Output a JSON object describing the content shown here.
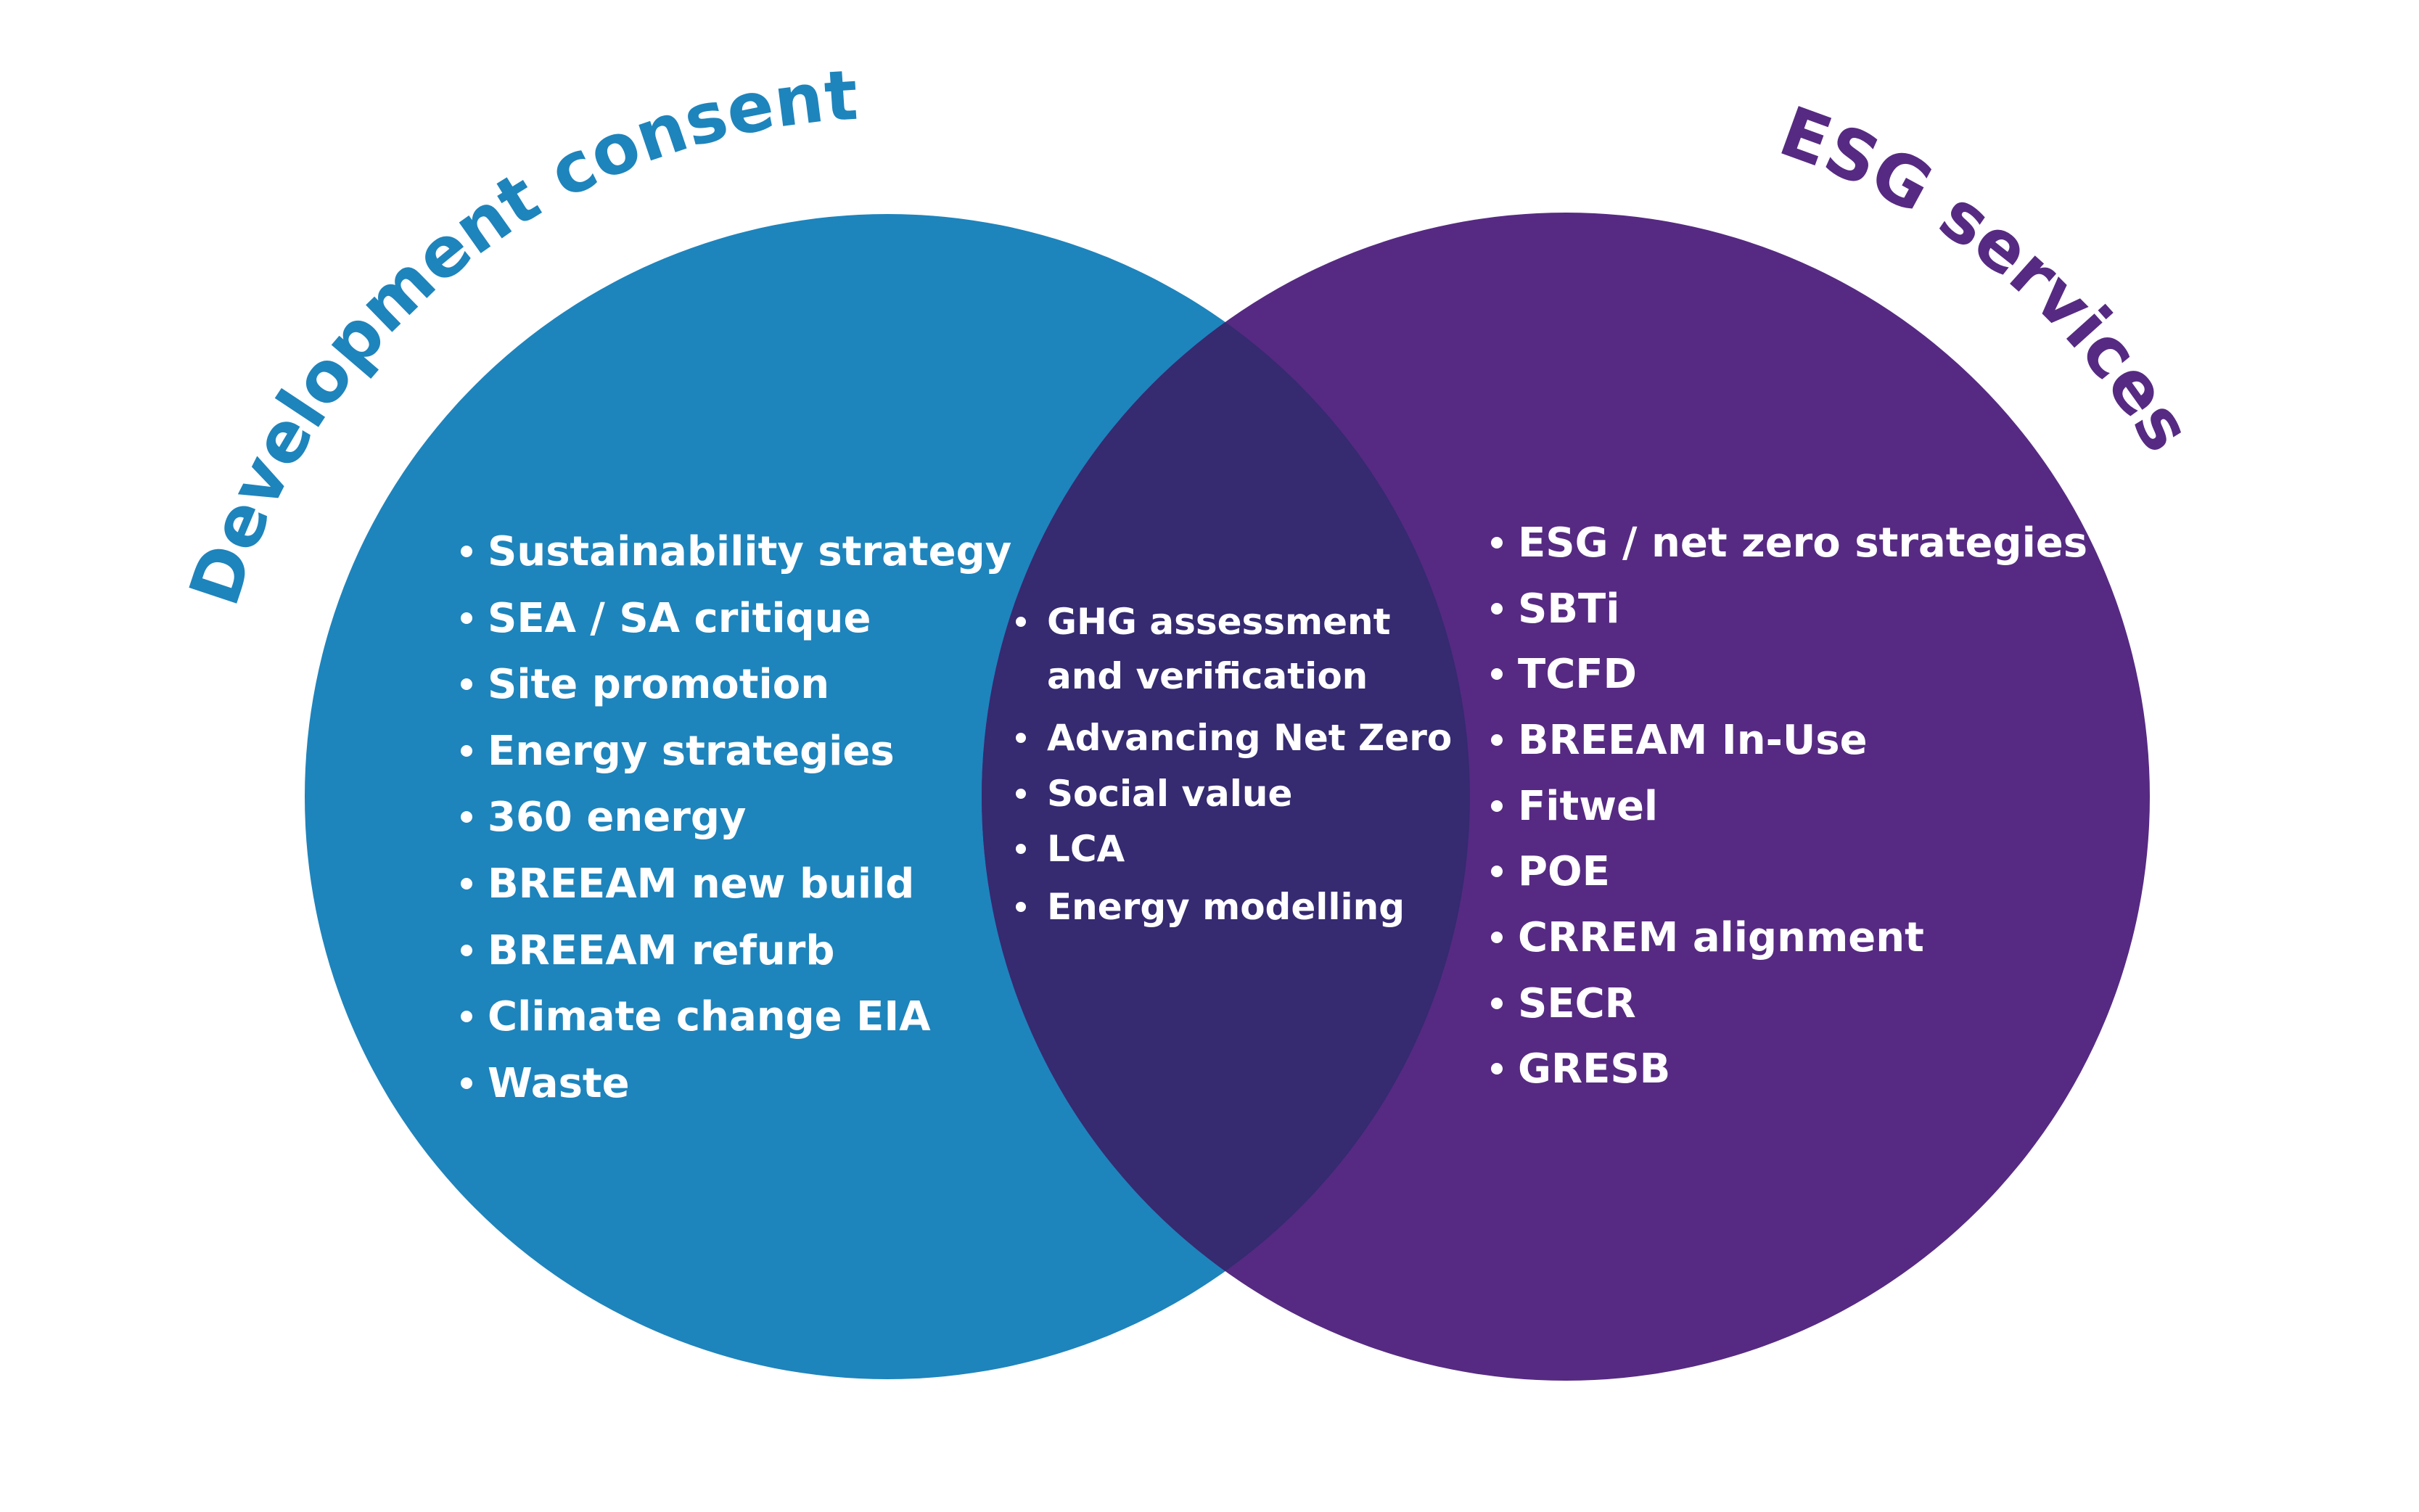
{
  "page": {
    "background": "#ffffff"
  },
  "venn": {
    "item_text_color": "#ffffff",
    "left": {
      "title": "Development consent",
      "color": "#1e84bc",
      "items": [
        "Sustainability strategy",
        "SEA / SA critique",
        "Site promotion",
        "Energy strategies",
        "360 energy",
        "BREEAM new build",
        "BREEAM refurb",
        "Climate change EIA",
        "Waste"
      ]
    },
    "right": {
      "title": "ESG services",
      "color": "#562a82",
      "items": [
        "ESG / net zero strategies",
        "SBTi",
        "TCFD",
        "BREEAM In-Use",
        "Fitwel",
        "POE",
        "CRREM alignment",
        "SECR",
        "GRESB"
      ]
    },
    "overlap": {
      "color": "#362a71",
      "rows": [
        {
          "text": "GHG assessment",
          "bullet": true
        },
        {
          "text": "and verification",
          "bullet": false
        },
        {
          "text": "Advancing Net Zero",
          "bullet": true
        },
        {
          "text": "Social value",
          "bullet": true
        },
        {
          "text": "LCA",
          "bullet": true
        },
        {
          "text": "Energy modelling",
          "bullet": true
        }
      ]
    }
  }
}
